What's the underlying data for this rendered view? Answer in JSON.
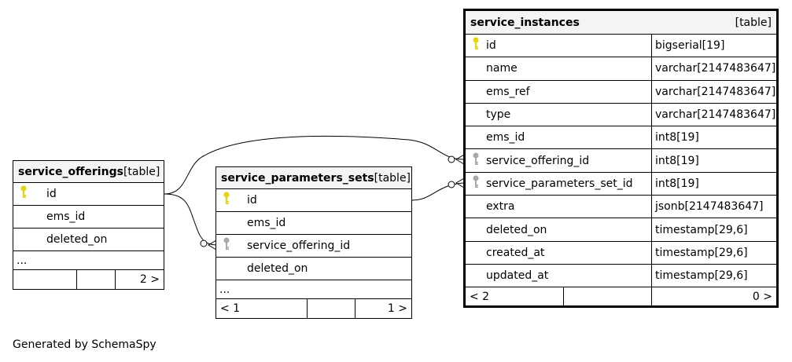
{
  "colors": {
    "primary_key": "#e6d600",
    "foreign_key": "#a8a8a8",
    "header_bg": "#f4f4f4",
    "line": "#000000"
  },
  "tables": {
    "service_offerings": {
      "name": "service_offerings",
      "type": "[table]",
      "columns": [
        {
          "name": "id",
          "key": "primary"
        },
        {
          "name": "ems_id"
        },
        {
          "name": "deleted_on"
        }
      ],
      "ellipsis": "...",
      "footer": [
        "",
        "",
        "2 >"
      ]
    },
    "service_parameters_sets": {
      "name": "service_parameters_sets",
      "type": "[table]",
      "columns": [
        {
          "name": "id",
          "key": "primary"
        },
        {
          "name": "ems_id"
        },
        {
          "name": "service_offering_id",
          "key": "foreign"
        },
        {
          "name": "deleted_on"
        }
      ],
      "ellipsis": "...",
      "footer": [
        "< 1",
        "",
        "1 >"
      ]
    },
    "service_instances": {
      "name": "service_instances",
      "type": "[table]",
      "columns": [
        {
          "name": "id",
          "type": "bigserial[19]",
          "key": "primary"
        },
        {
          "name": "name",
          "type": "varchar[2147483647]"
        },
        {
          "name": "ems_ref",
          "type": "varchar[2147483647]"
        },
        {
          "name": "type",
          "type": "varchar[2147483647]"
        },
        {
          "name": "ems_id",
          "type": "int8[19]"
        },
        {
          "name": "service_offering_id",
          "type": "int8[19]",
          "key": "foreign"
        },
        {
          "name": "service_parameters_set_id",
          "type": "int8[19]",
          "key": "foreign"
        },
        {
          "name": "extra",
          "type": "jsonb[2147483647]"
        },
        {
          "name": "deleted_on",
          "type": "timestamp[29,6]"
        },
        {
          "name": "created_at",
          "type": "timestamp[29,6]"
        },
        {
          "name": "updated_at",
          "type": "timestamp[29,6]"
        }
      ],
      "footer": [
        "< 2",
        "",
        "0 >"
      ]
    }
  },
  "generated_by": "Generated by SchemaSpy"
}
